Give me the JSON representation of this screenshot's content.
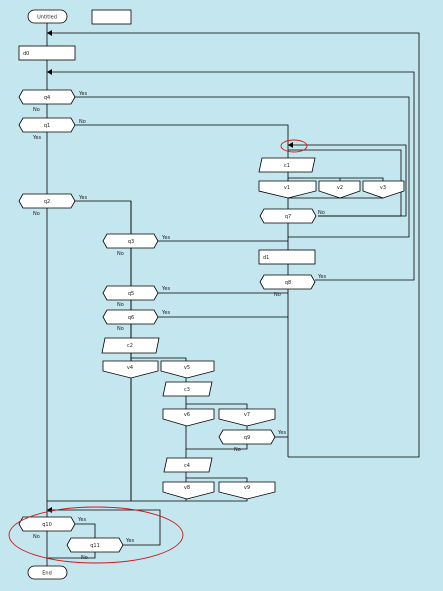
{
  "colors": {
    "background": "#c4e6ef",
    "shape_fill": "#ffffff",
    "line": "#000000",
    "highlight": "#d01818"
  },
  "start_label": "Untitled",
  "end_label": "End",
  "branch_labels": {
    "yes": "Yes",
    "no": "No"
  },
  "nodes": {
    "d0": "d0",
    "q4": "q4",
    "q1": "q1",
    "c1": "c1",
    "v1": "v1",
    "v2": "v2",
    "v3": "v3",
    "q7": "q7",
    "q2": "q2",
    "q3": "q3",
    "d1": "d1",
    "q8": "q8",
    "q5": "q5",
    "q6": "q6",
    "c2": "c2",
    "v4": "v4",
    "v5": "v5",
    "c3": "c3",
    "v6": "v6",
    "v7": "v7",
    "q9": "q9",
    "c4": "c4",
    "v8": "v8",
    "v9": "v9",
    "q10": "q10",
    "q11": "q11"
  }
}
